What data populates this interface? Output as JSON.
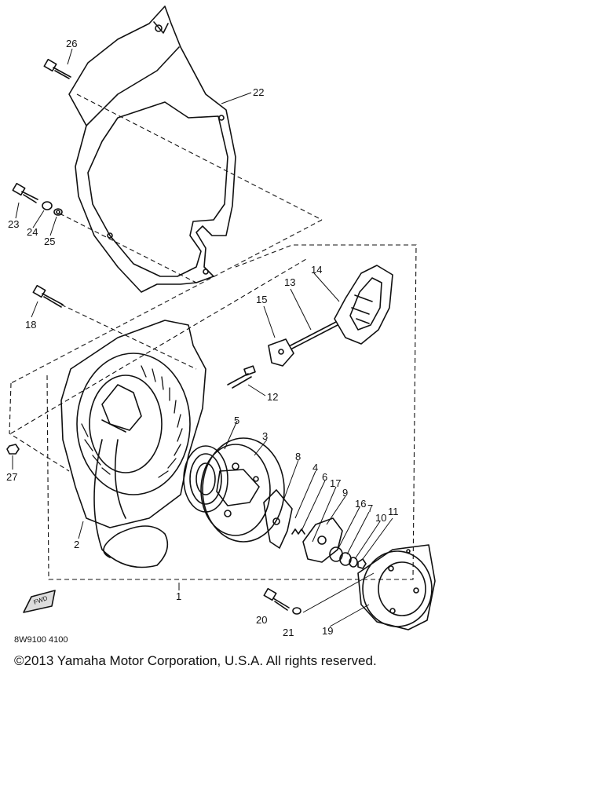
{
  "diagram": {
    "part_numbers": [
      "1",
      "2",
      "3",
      "4",
      "5",
      "6",
      "7",
      "8",
      "9",
      "10",
      "11",
      "12",
      "13",
      "14",
      "15",
      "16",
      "17",
      "18",
      "19",
      "20",
      "21",
      "22",
      "23",
      "24",
      "25",
      "26",
      "27"
    ],
    "figure_code": "8W9100 4100",
    "fwd_label": "FWD",
    "copyright": "©2013 Yamaha Motor Corporation, U.S.A. All rights reserved."
  },
  "colors": {
    "ink": "#111111",
    "background": "#ffffff"
  }
}
